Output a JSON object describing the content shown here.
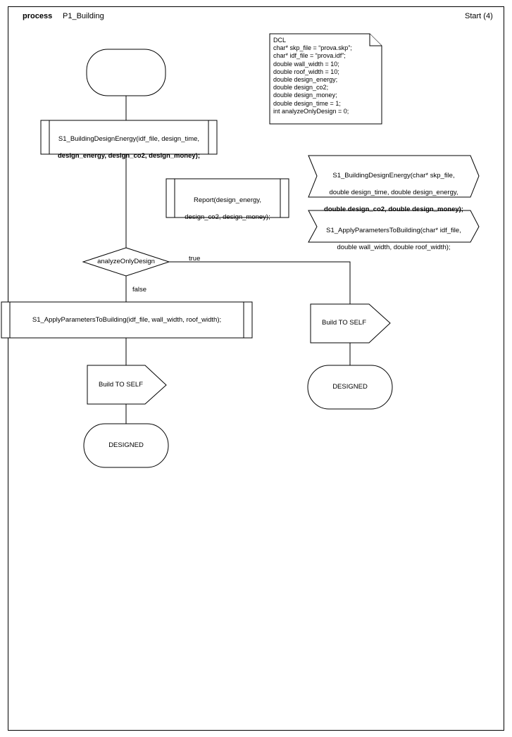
{
  "header": {
    "keyword": "process",
    "name": "P1_Building",
    "start": "Start (4)"
  },
  "nodes": {
    "start_node": {
      "label": ""
    },
    "proc_design_energy": {
      "line1": "S1_BuildingDesignEnergy(idf_file, design_time,",
      "line2": "design_energy, design_co2, design_money);"
    },
    "proc_report": {
      "line1": "Report(design_energy,",
      "line2": "design_co2, design_money);"
    },
    "decision": {
      "label": "analyzeOnlyDesign"
    },
    "edge_true": {
      "label": "true"
    },
    "edge_false": {
      "label": "false"
    },
    "proc_apply_params": {
      "line1": "S1_ApplyParametersToBuilding(idf_file, wall_width, roof_width);"
    },
    "build_self_false": {
      "label": "Build TO SELF"
    },
    "designed_false": {
      "label": "DESIGNED"
    },
    "build_self_true": {
      "label": "Build TO SELF"
    },
    "designed_true": {
      "label": "DESIGNED"
    }
  },
  "notes": {
    "dcl": {
      "title": "DCL",
      "lines": [
        "char* skp_file = “prova.skp”;",
        "char* idf_file = “prova.idf”;",
        "double wall_width = 10;",
        "double roof_width = 10;",
        "double design_energy;",
        "double design_co2;",
        "double design_money;",
        "double design_time = 1;",
        "int analyzeOnlyDesign = 0;"
      ],
      "text": "DCL\nchar* skp_file = “prova.skp”;\nchar* idf_file = “prova.idf”;\ndouble wall_width = 10;\ndouble roof_width = 10;\ndouble design_energy;\ndouble design_co2;\ndouble design_money;\ndouble design_time = 1;\nint analyzeOnlyDesign = 0;"
    },
    "sig_design_energy": {
      "line1": "S1_BuildingDesignEnergy(char* skp_file,",
      "line2": "double design_time, double design_energy,",
      "line3": "double design_co2, double design_money);"
    },
    "sig_apply_params": {
      "line1": "S1_ApplyParametersToBuilding(char* idf_file,",
      "line2": "double wall_width, double roof_width);"
    }
  },
  "colors": {
    "stroke": "#000000",
    "fill": "#ffffff",
    "text": "#000000",
    "background": "#ffffff"
  }
}
